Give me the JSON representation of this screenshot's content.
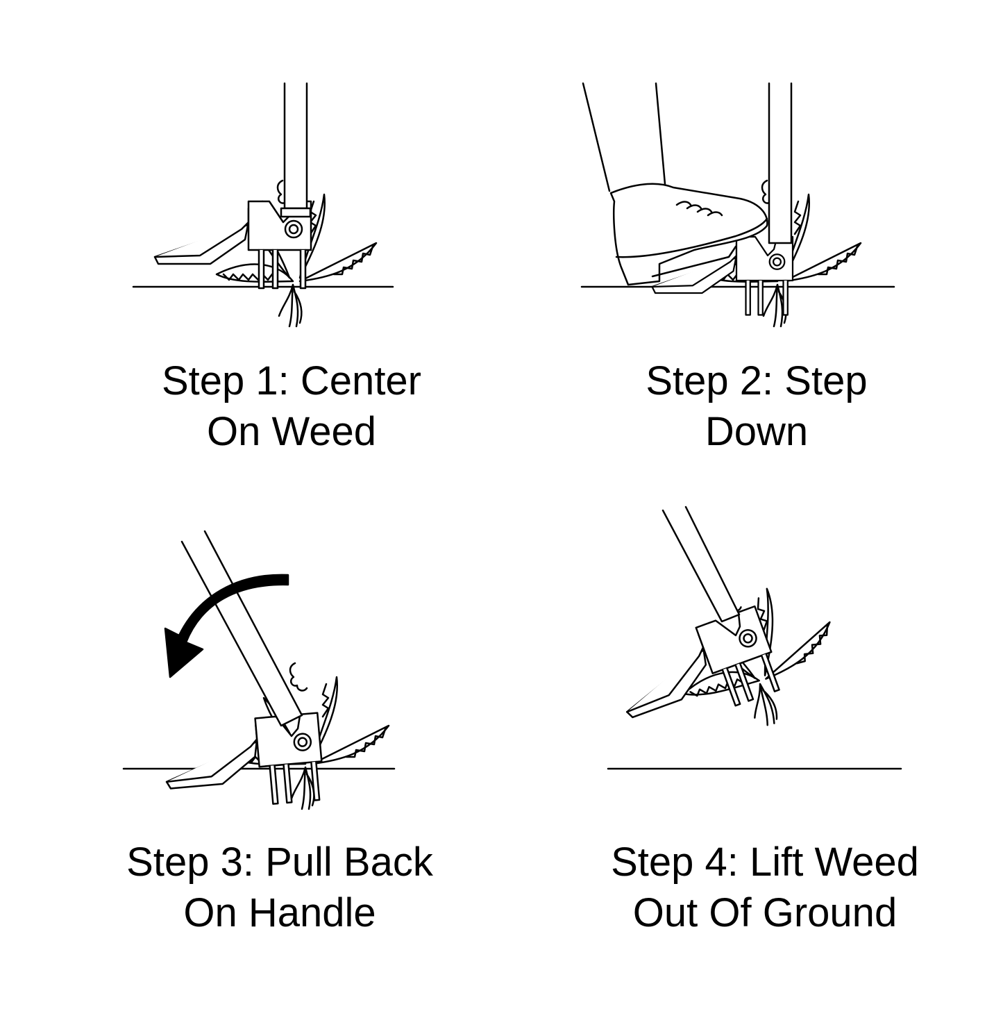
{
  "steps": [
    {
      "line1": "Step 1: Center",
      "line2": "On Weed"
    },
    {
      "line1": "Step 2: Step",
      "line2": "Down"
    },
    {
      "line1": "Step 3: Pull Back",
      "line2": "On Handle"
    },
    {
      "line1": "Step 4: Lift Weed",
      "line2": "Out Of Ground"
    }
  ],
  "colors": {
    "ink": "#000000",
    "background": "#ffffff"
  }
}
